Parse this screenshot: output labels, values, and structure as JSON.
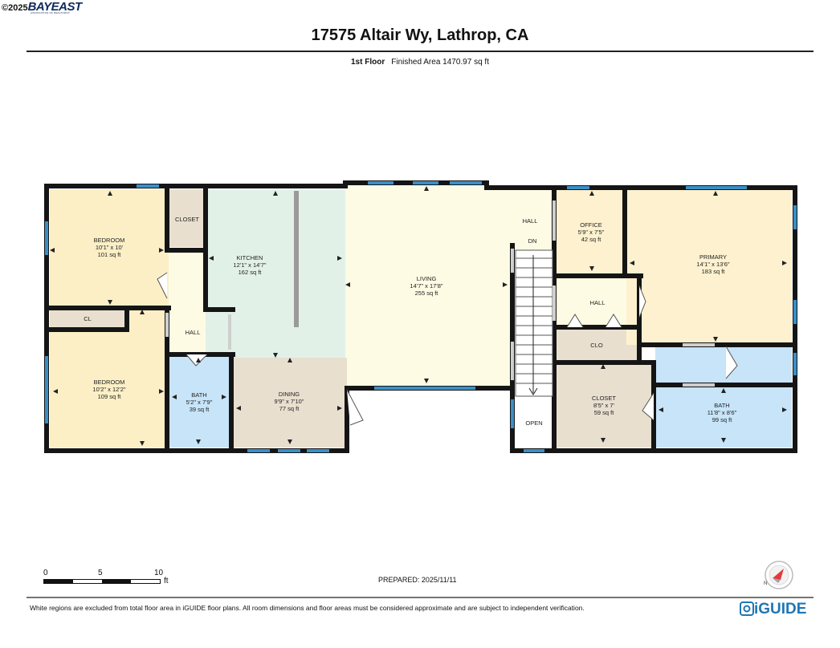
{
  "header": {
    "copyright": "©2025",
    "logo_text": "BAYEAST",
    "logo_subtext": "ASSOCIATION OF REALTORS®",
    "address": "17575 Altair Wy, Lathrop, CA",
    "floor_label": "1st Floor",
    "finished_area": "Finished Area 1470.97 sq ft"
  },
  "rooms": {
    "bedroom1": {
      "name": "BEDROOM",
      "dims": "10'1\" x 10'",
      "area": "101 sq ft"
    },
    "closet_top": {
      "name": "CLOSET"
    },
    "kitchen": {
      "name": "KITCHEN",
      "dims": "12'1\" x 14'7\"",
      "area": "162 sq ft"
    },
    "living": {
      "name": "LIVING",
      "dims": "14'7\" x 17'8\"",
      "area": "255 sq ft"
    },
    "hall_top": {
      "name": "HALL"
    },
    "dn": {
      "name": "DN"
    },
    "office": {
      "name": "OFFICE",
      "dims": "5'9\" x 7'5\"",
      "area": "42 sq ft"
    },
    "primary": {
      "name": "PRIMARY",
      "dims": "14'1\" x 13'6\"",
      "area": "183 sq ft"
    },
    "cl": {
      "name": "CL"
    },
    "hall_left": {
      "name": "HALL"
    },
    "hall_right": {
      "name": "HALL"
    },
    "clo": {
      "name": "CLO"
    },
    "bedroom2": {
      "name": "BEDROOM",
      "dims": "10'2\" x 12'2\"",
      "area": "109 sq ft"
    },
    "bath_left": {
      "name": "BATH",
      "dims": "5'2\" x 7'9\"",
      "area": "39 sq ft"
    },
    "dining": {
      "name": "DINING",
      "dims": "9'9\" x 7'10\"",
      "area": "77 sq ft"
    },
    "closet_right": {
      "name": "CLOSET",
      "dims": "8'5\" x 7'",
      "area": "59 sq ft"
    },
    "bath_right": {
      "name": "BATH",
      "dims": "11'8\" x 8'6\"",
      "area": "99 sq ft"
    },
    "open": {
      "name": "OPEN"
    }
  },
  "scale_bar": {
    "tick0": "0",
    "tick1": "5",
    "tick2": "10",
    "unit": "ft"
  },
  "prepared": "PREPARED: 2025/11/11",
  "footer": {
    "disclaimer": "White regions are excluded from total floor area in iGUIDE floor plans. All room dimensions and floor areas must be considered approximate and are subject to independent verification.",
    "brand": "iGUIDE"
  },
  "colors": {
    "bedroom": "#fcefc6",
    "kitchen": "#e2f1e8",
    "living": "#fdfbe3",
    "dining": "#e9dfcf",
    "bath": "#c7e4f9",
    "closet": "#e9dfcf",
    "office": "#fdf1cf",
    "wall": "#151515",
    "window": "#3a8fc7"
  }
}
